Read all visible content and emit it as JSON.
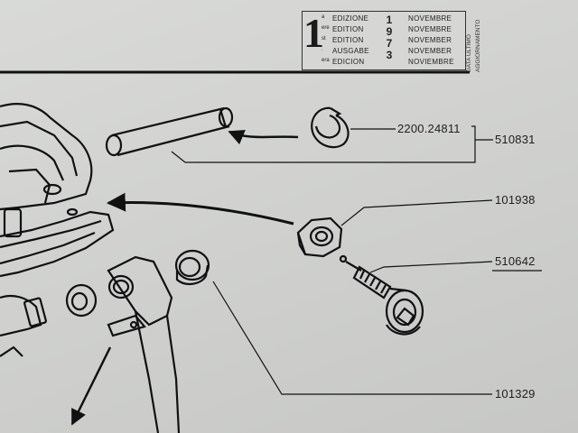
{
  "edition_box": {
    "ordinal": "1",
    "ordinal_suffixes": [
      "a",
      "ere",
      "st",
      ".",
      "era"
    ],
    "editions": [
      "EDIZIONE",
      "EDITION",
      "EDITION",
      "AUSGABE",
      "EDICION"
    ],
    "months": [
      "NOVEMBRE",
      "NOVEMBRE",
      "NOVEMBER",
      "NOVEMBER",
      "NOVIEMBRE"
    ],
    "year_digits": [
      "1",
      "9",
      "7",
      "3"
    ],
    "update_label_1": "DATA ULTIMO",
    "update_label_2": "AGGIORNAMENTO"
  },
  "parts": [
    {
      "number": "2200.24811"
    },
    {
      "number": "510831"
    },
    {
      "number": "101938"
    },
    {
      "number": "510642"
    },
    {
      "number": "101329"
    }
  ]
}
